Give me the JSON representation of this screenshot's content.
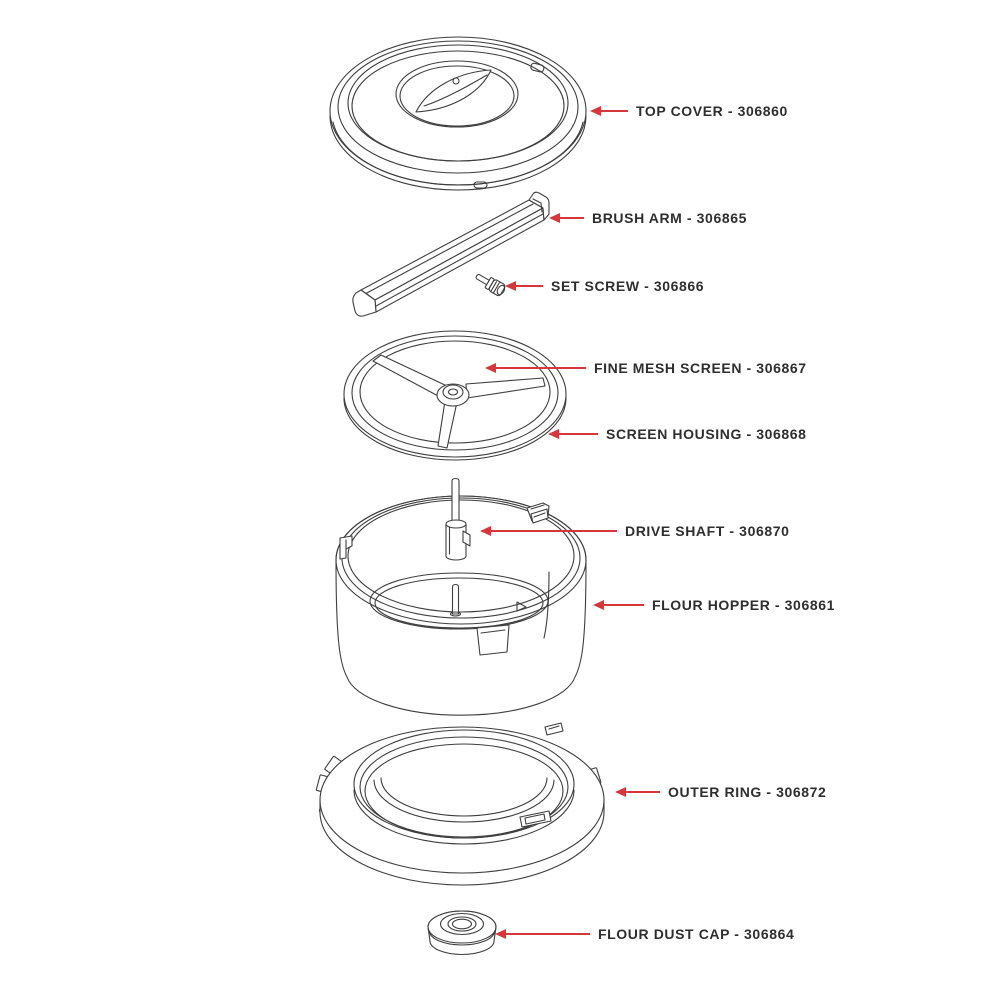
{
  "diagram": {
    "type": "exploded-parts-diagram",
    "subject": "flour sifter assembly",
    "colors": {
      "arrow_red": "#d7373b",
      "line_art": "#3e3e3e",
      "text": "#2e2e2e",
      "mesh_gray": "#c8c8c8"
    },
    "parts": [
      {
        "name": "TOP COVER",
        "part_number": "306860",
        "label": "TOP COVER - 306860"
      },
      {
        "name": "BRUSH ARM",
        "part_number": "306865",
        "label": "BRUSH ARM - 306865"
      },
      {
        "name": "SET SCREW",
        "part_number": "306866",
        "label": "SET SCREW - 306866"
      },
      {
        "name": "FINE MESH SCREEN",
        "part_number": "306867",
        "label": "FINE MESH SCREEN - 306867"
      },
      {
        "name": "SCREEN HOUSING",
        "part_number": "306868",
        "label": "SCREEN HOUSING - 306868"
      },
      {
        "name": "DRIVE SHAFT",
        "part_number": "306870",
        "label": "DRIVE SHAFT - 306870"
      },
      {
        "name": "FLOUR HOPPER",
        "part_number": "306861",
        "label": "FLOUR HOPPER - 306861"
      },
      {
        "name": "OUTER RING",
        "part_number": "306872",
        "label": "OUTER RING - 306872"
      },
      {
        "name": "FLOUR DUST CAP",
        "part_number": "306864",
        "label": "FLOUR DUST CAP - 306864"
      }
    ]
  }
}
